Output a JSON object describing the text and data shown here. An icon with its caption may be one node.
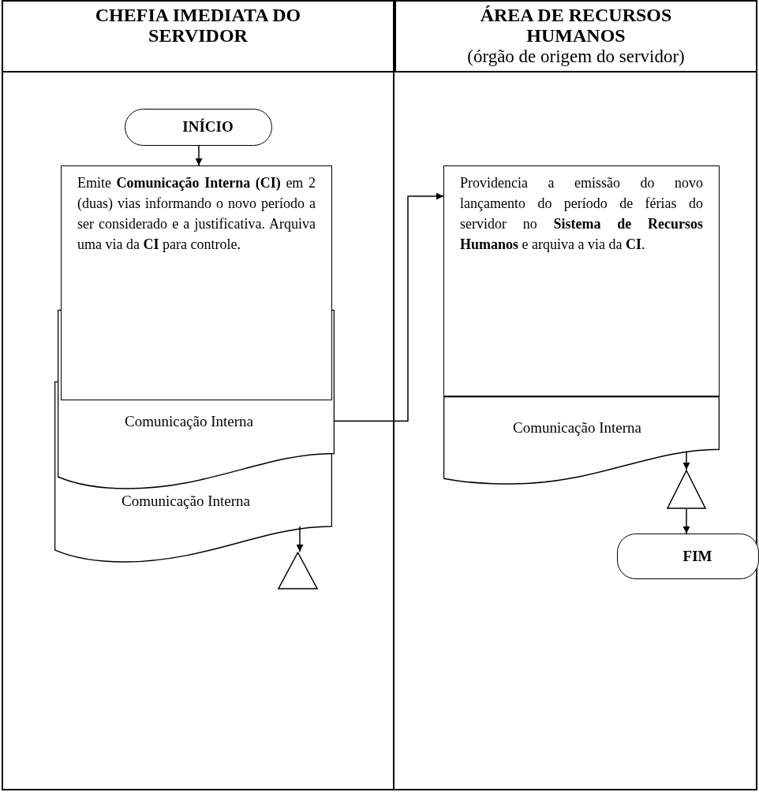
{
  "diagram": {
    "nodes": [
      {
        "text": [
          "CHEFIA IMEDIATA DO SERVIDOR"
        ]
      },
      {
        "text": [
          "ÁREA DE RECURSOS HUMANOS",
          "(órgão de origem do servidor)"
        ]
      },
      {
        "text": [
          "INÍCIO"
        ]
      },
      {
        "text": [
          "Emite **Comunicação Interna (CI)** em 2 (duas) vias informando o novo período a ser considerado e a justificativa. Arquiva uma via da **CI** para controle."
        ]
      },
      {
        "text": [
          "Comunicação Interna"
        ]
      },
      {
        "text": [
          "Comunicação Interna"
        ]
      },
      {
        "text": [],
        "shape": "triangle"
      },
      {
        "text": [
          "Providencia a emissão do novo lançamento do período de férias do servidor no **Sistema de Recursos Humanos** e arquiva a via da **CI**."
        ]
      },
      {
        "text": [
          "Comunicação Interna"
        ]
      },
      {
        "text": [],
        "shape": "triangle"
      },
      {
        "text": [
          "FIM"
        ]
      }
    ],
    "edges": [
      {
        "from": 2,
        "to": 3,
        "arrow": "to"
      },
      {
        "from": 4,
        "to": 7,
        "arrow": "to"
      },
      {
        "from": 5,
        "to": 6,
        "arrow": "to"
      },
      {
        "from": 8,
        "to": 9,
        "arrow": "to"
      },
      {
        "from": 9,
        "to": 10,
        "arrow": "to"
      }
    ]
  }
}
